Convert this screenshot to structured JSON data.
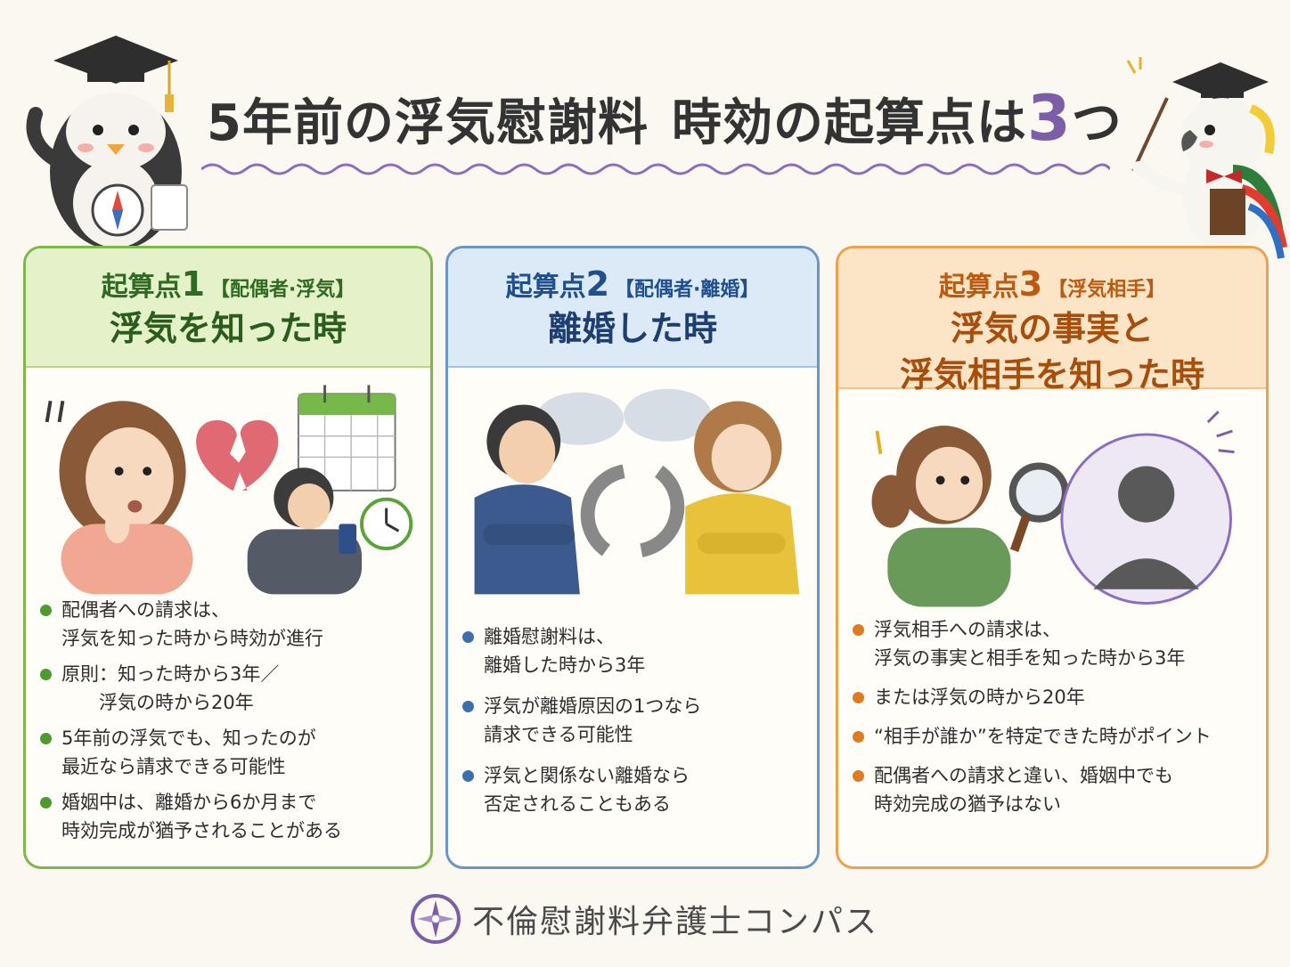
{
  "header": {
    "title_part1": "5年前の浮気慰謝料",
    "title_part2": "時効の起算点は",
    "title_number": "3",
    "title_suffix": "つ",
    "accent_color": "#7b5ea7"
  },
  "cards": [
    {
      "label": "起算点",
      "number": "1",
      "tag": "【配偶者·浮気】",
      "heading": [
        "浮気を知った時"
      ],
      "color": "#7cb84a",
      "bullets": [
        [
          "配偶者への請求は、",
          "浮気を知った時から時効が進行"
        ],
        [
          "原則：知った時から3年／",
          "　　浮気の時から20年"
        ],
        [
          "5年前の浮気でも、知ったのが",
          "最近なら請求できる可能性"
        ],
        [
          "婚姻中は、離婚から6か月まで",
          "時効完成が猶予されることがある"
        ]
      ]
    },
    {
      "label": "起算点",
      "number": "2",
      "tag": "【配偶者·離婚】",
      "heading": [
        "離婚した時"
      ],
      "color": "#6a95c8",
      "bullets": [
        [
          "離婚慰謝料は、",
          "離婚した時から3年"
        ],
        [
          "浮気が離婚原因の1つなら",
          "請求できる可能性"
        ],
        [
          "浮気と関係ない離婚なら",
          "否定されることもある"
        ]
      ]
    },
    {
      "label": "起算点",
      "number": "3",
      "tag": "【浮気相手】",
      "heading": [
        "浮気の事実と",
        "浮気相手を知った時"
      ],
      "color": "#eda14f",
      "bullets": [
        [
          "浮気相手への請求は、",
          "浮気の事実と相手を知った時から3年"
        ],
        [
          "または浮気の時から20年"
        ],
        [
          "“相手が誰か”を特定できた時がポイント"
        ],
        [
          "配偶者への請求と違い、婚姻中でも",
          "時効完成の猶予はない"
        ]
      ]
    }
  ],
  "footer": {
    "brand": "不倫慰謝料弁護士コンパス",
    "logo_icon": "compass-icon"
  },
  "icons": {
    "penguin": "penguin-mascot-icon",
    "parrot": "parrot-mascot-icon",
    "broken_heart": "broken-heart-icon",
    "calendar": "calendar-icon",
    "clock": "clock-icon",
    "smartphone": "smartphone-icon",
    "arrows": "cycle-arrows-icon",
    "magnifier": "magnifying-glass-icon",
    "silhouette": "person-silhouette-icon"
  }
}
